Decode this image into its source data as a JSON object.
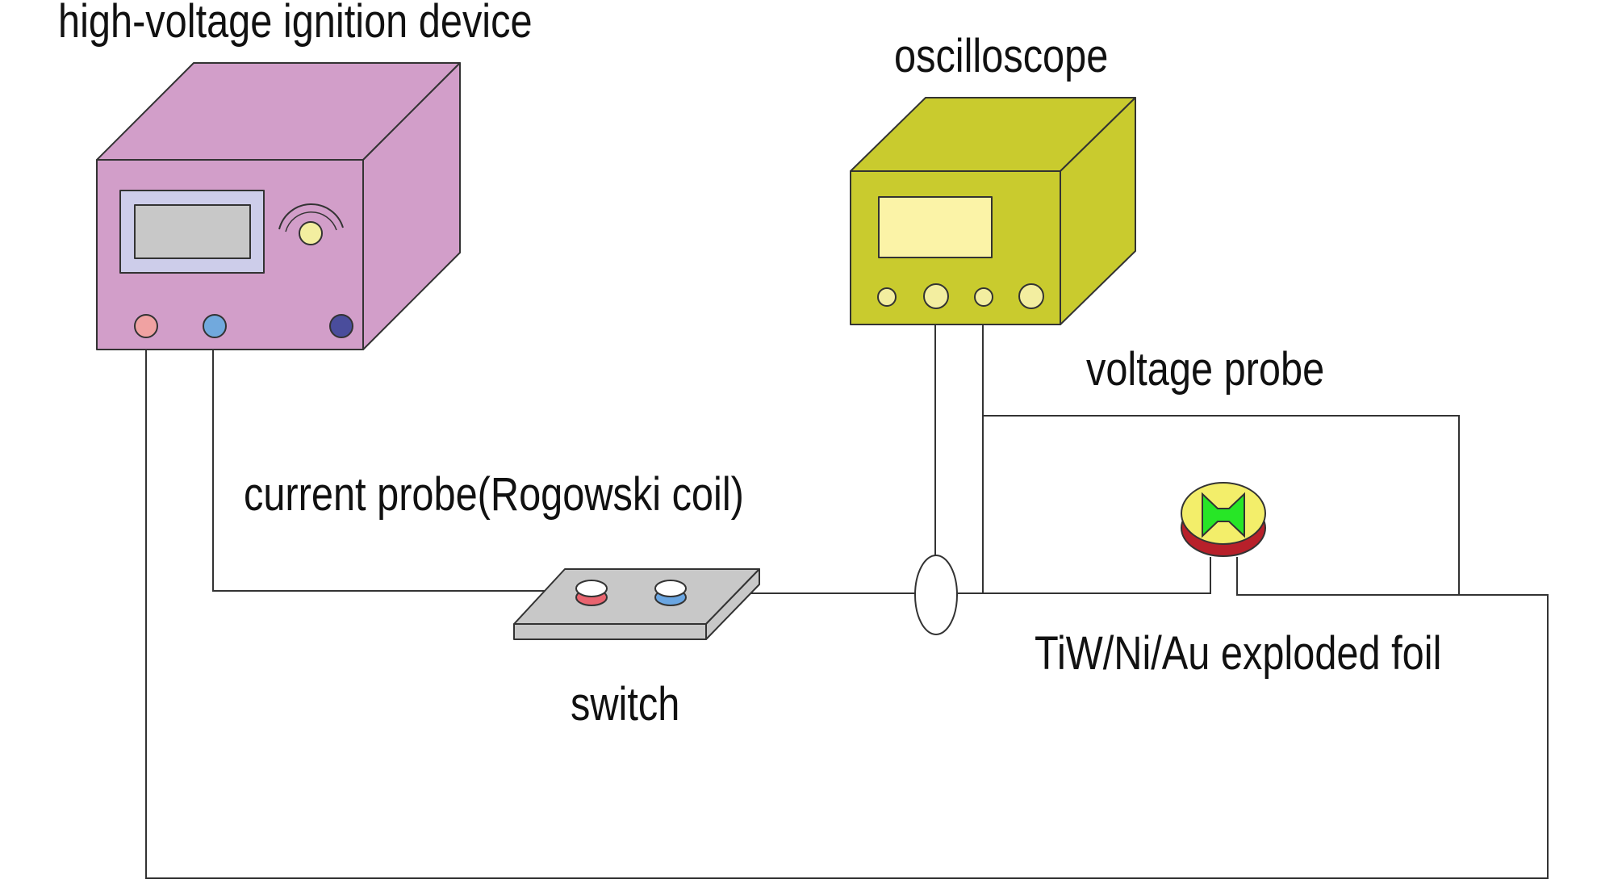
{
  "labels": {
    "ignition_device": "high-voltage ignition device",
    "oscilloscope": "oscilloscope",
    "voltage_probe": "voltage probe",
    "current_probe": "current probe(Rogowski coil)",
    "switch": "switch",
    "exploded_foil": "TiW/Ni/Au exploded foil"
  },
  "colors": {
    "ignition_device_body": "#d29ec9",
    "oscilloscope_body": "#c9cb2e",
    "oscilloscope_screen": "#fbf3a7",
    "display_screen": "#c8c8c8",
    "display_bezel": "#cdcdea",
    "knob": "#f3eea0",
    "terminal_red": "#f0a2a2",
    "terminal_blue": "#71a9dd",
    "terminal_navy": "#4a4d9c",
    "switch_body": "#c8c8c8",
    "switch_button_red": "#e9646f",
    "switch_button_blue": "#6aa6e2",
    "foil_chip": "#f3ee6a",
    "foil_base": "#b8202a",
    "foil_bridge": "#27e626",
    "wire": "#333333"
  },
  "icons": {
    "ignition_device": "high-voltage-ignition-device-icon",
    "oscilloscope": "oscilloscope-icon",
    "switch": "switch-icon",
    "current_probe": "rogowski-coil-icon",
    "exploded_foil": "exploded-foil-chip-icon"
  }
}
